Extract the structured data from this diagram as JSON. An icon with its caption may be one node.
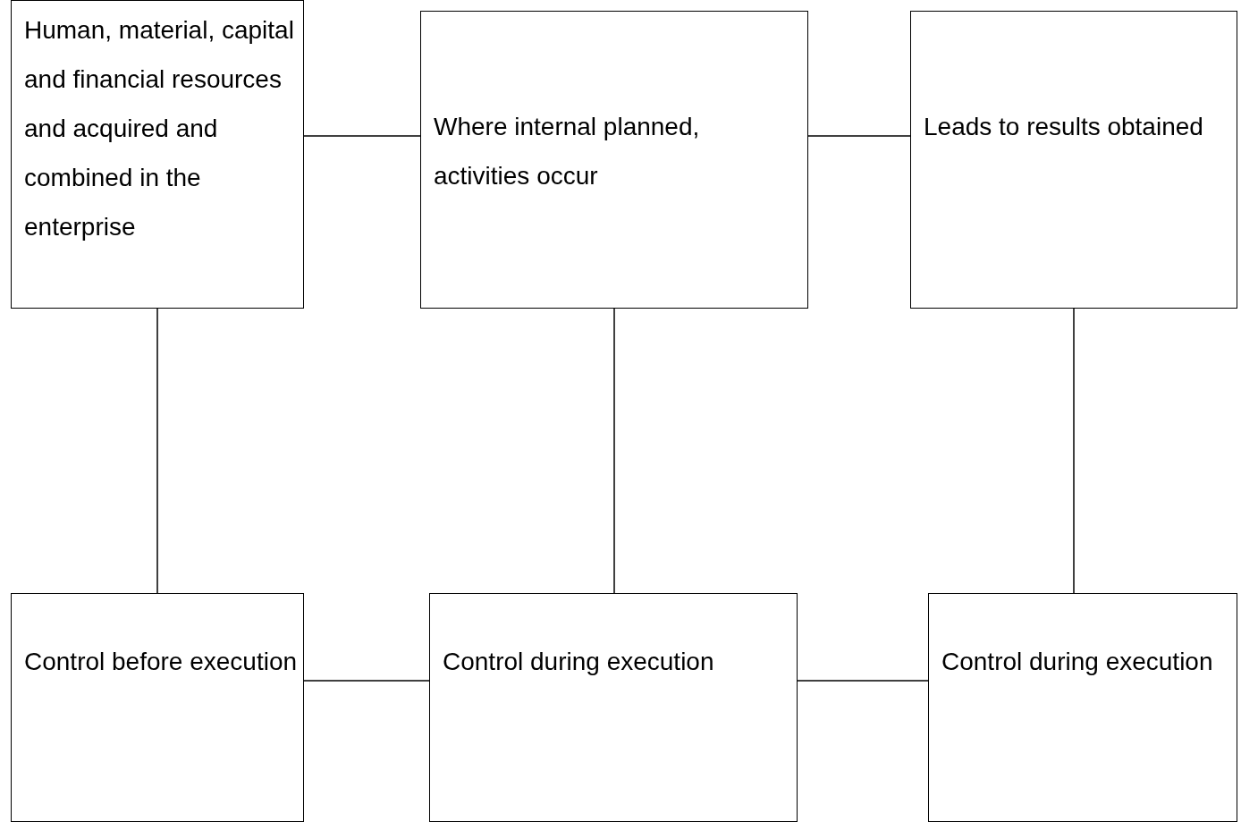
{
  "diagram": {
    "nodes": [
      {
        "text": [
          "Human, material, capital and financial resources and acquired and combined in the enterprise"
        ]
      },
      {
        "text": [
          "Where internal planned, activities occur"
        ]
      },
      {
        "text": [
          "Leads to results obtained"
        ]
      },
      {
        "text": [
          "Control before execution"
        ]
      },
      {
        "text": [
          "Control during execution"
        ]
      },
      {
        "text": [
          "Control during execution"
        ]
      }
    ],
    "edges": [
      {
        "from": 0,
        "to": 1,
        "arrow": "none"
      },
      {
        "from": 1,
        "to": 2,
        "arrow": "none"
      },
      {
        "from": 0,
        "to": 3,
        "arrow": "none"
      },
      {
        "from": 1,
        "to": 4,
        "arrow": "none"
      },
      {
        "from": 2,
        "to": 5,
        "arrow": "none"
      },
      {
        "from": 3,
        "to": 4,
        "arrow": "none"
      },
      {
        "from": 4,
        "to": 5,
        "arrow": "none"
      }
    ]
  }
}
